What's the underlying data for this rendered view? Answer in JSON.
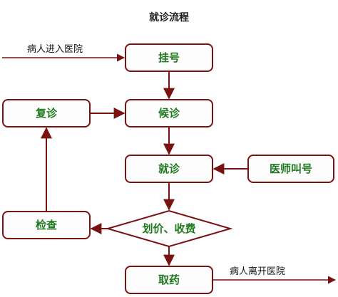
{
  "title": "就诊流程",
  "entry_note": "病人进入医院",
  "exit_note": "病人离开医院",
  "nodes": {
    "register": "挂号",
    "wait": "候诊",
    "consult": "就诊",
    "doctor_call": "医师叫号",
    "revisit": "复诊",
    "pricing": "划价、收费",
    "inspect": "检查",
    "medicine": "取药"
  },
  "colors": {
    "border": "#7a1212",
    "node_text": "#1f7a1f"
  }
}
